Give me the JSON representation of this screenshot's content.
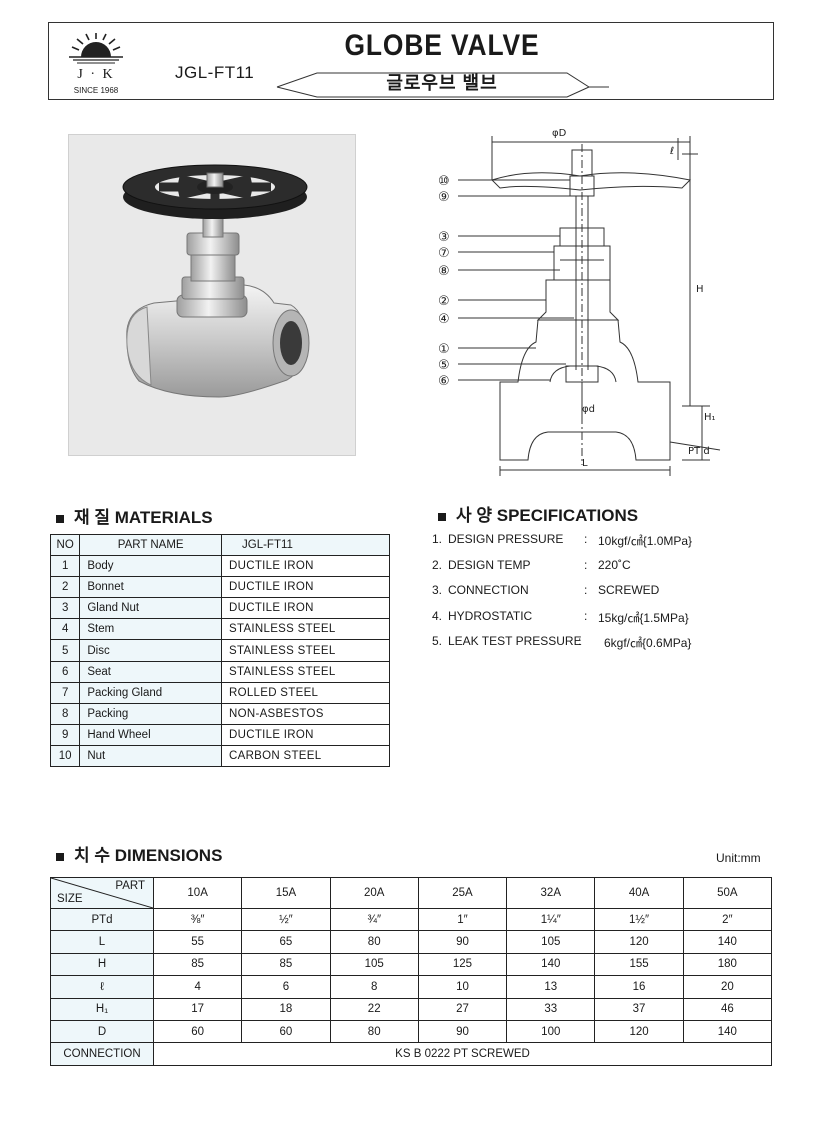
{
  "header": {
    "logo_text": "J · K",
    "since": "SINCE 1968",
    "model_code": "JGL-FT11",
    "title_en": "GLOBE VALVE",
    "title_ko": "글로우브 밸브"
  },
  "diagram": {
    "labels": {
      "phi_d_top": "φD",
      "l": "ℓ",
      "h": "H",
      "h1": "H₁",
      "phi_d": "φd",
      "pt_d": "PT d",
      "length": "L"
    },
    "callouts": [
      "⑩",
      "⑨",
      "③",
      "⑦",
      "⑧",
      "②",
      "④",
      "①",
      "⑤",
      "⑥"
    ]
  },
  "materials": {
    "heading_ko": "재 질",
    "heading_en": "MATERIALS",
    "columns": [
      "NO",
      "PART NAME",
      "JGL-FT11"
    ],
    "rows": [
      {
        "no": "1",
        "part": "Body",
        "material": "DUCTILE IRON"
      },
      {
        "no": "2",
        "part": "Bonnet",
        "material": "DUCTILE IRON"
      },
      {
        "no": "3",
        "part": "Gland Nut",
        "material": "DUCTILE IRON"
      },
      {
        "no": "4",
        "part": "Stem",
        "material": "STAINLESS STEEL"
      },
      {
        "no": "5",
        "part": "Disc",
        "material": "STAINLESS STEEL"
      },
      {
        "no": "6",
        "part": "Seat",
        "material": "STAINLESS STEEL"
      },
      {
        "no": "7",
        "part": "Packing Gland",
        "material": "ROLLED STEEL"
      },
      {
        "no": "8",
        "part": "Packing",
        "material": "NON-ASBESTOS"
      },
      {
        "no": "9",
        "part": "Hand Wheel",
        "material": "DUCTILE IRON"
      },
      {
        "no": "10",
        "part": "Nut",
        "material": "CARBON STEEL"
      }
    ]
  },
  "specifications": {
    "heading_ko": "사 양",
    "heading_en": "SPECIFICATIONS",
    "items": [
      {
        "num": "1.",
        "label": "DESIGN PRESSURE",
        "colon": ":",
        "value": "10kgf/㎠{1.0MPa}"
      },
      {
        "num": "2.",
        "label": "DESIGN TEMP",
        "colon": ":",
        "value": "220˚C"
      },
      {
        "num": "3.",
        "label": "CONNECTION",
        "colon": ":",
        "value": "SCREWED"
      },
      {
        "num": "4.",
        "label": "HYDROSTATIC",
        "colon": ":",
        "value": "15kg/㎠{1.5MPa}"
      },
      {
        "num": "5.",
        "label": "LEAK TEST PRESSURE",
        "colon": ":",
        "value": "6kgf/㎠{0.6MPa}"
      }
    ]
  },
  "dimensions": {
    "heading_ko": "치 수",
    "heading_en": "DIMENSIONS",
    "unit": "Unit:mm",
    "corner_part": "PART",
    "corner_size": "SIZE",
    "sizes": [
      "10A",
      "15A",
      "20A",
      "25A",
      "32A",
      "40A",
      "50A"
    ],
    "rows": [
      {
        "label": "PTd",
        "values": [
          "⅜″",
          "½″",
          "¾″",
          "1″",
          "1¼″",
          "1½″",
          "2″"
        ]
      },
      {
        "label": "L",
        "values": [
          "55",
          "65",
          "80",
          "90",
          "105",
          "120",
          "140"
        ]
      },
      {
        "label": "H",
        "values": [
          "85",
          "85",
          "105",
          "125",
          "140",
          "155",
          "180"
        ]
      },
      {
        "label": "ℓ",
        "values": [
          "4",
          "6",
          "8",
          "10",
          "13",
          "16",
          "20"
        ]
      },
      {
        "label": "H₁",
        "values": [
          "17",
          "18",
          "22",
          "27",
          "33",
          "37",
          "46"
        ]
      },
      {
        "label": "D",
        "values": [
          "60",
          "60",
          "80",
          "90",
          "100",
          "120",
          "140"
        ]
      }
    ],
    "connection_label": "CONNECTION",
    "connection_value": "KS B 0222 PT SCREWED"
  }
}
